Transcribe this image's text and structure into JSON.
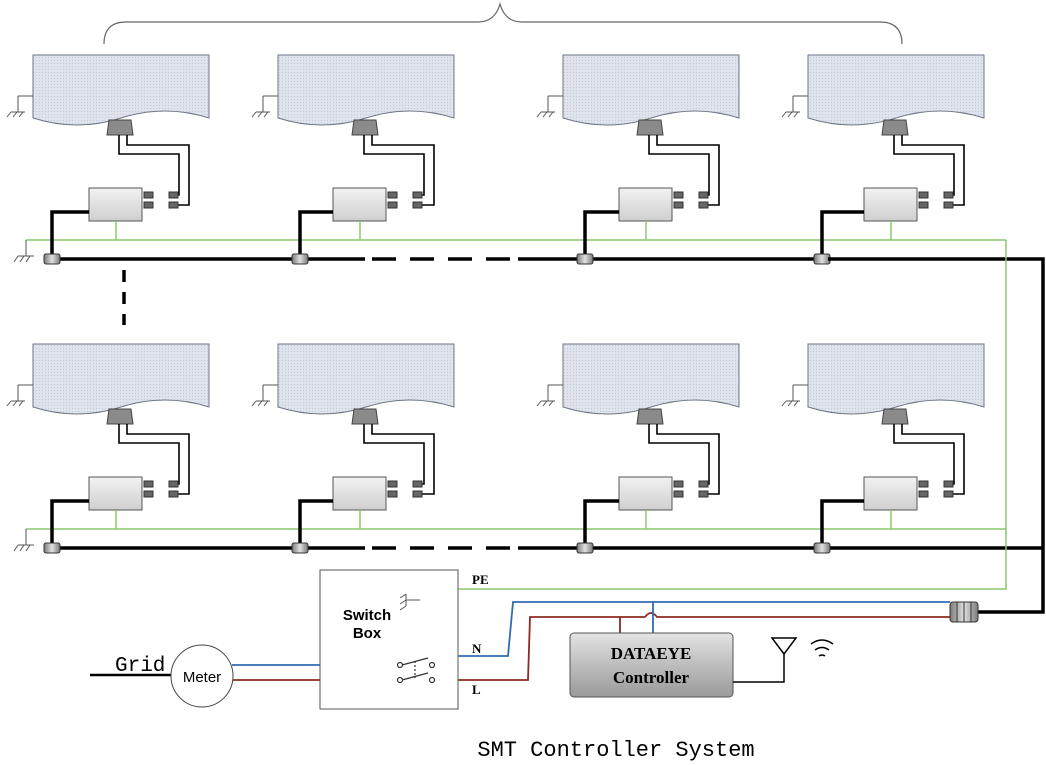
{
  "caption": "SMT Controller System",
  "labels": {
    "grid": "Grid",
    "meter": "Meter",
    "switch_box_line1": "Switch",
    "switch_box_line2": "Box",
    "pe": "PE",
    "n": "N",
    "l": "L",
    "controller_line1": "DATAEYE",
    "controller_line2": "Controller"
  },
  "colors": {
    "pe_wire": "#8cc86e",
    "n_wire": "#2f6db3",
    "l_wire": "#8b2a22",
    "trunk": "#000000",
    "panel_fill": "#d8dde8",
    "controller_fill": "#c8c8c8"
  },
  "icons": [
    "ground-icon",
    "antenna-icon",
    "wifi-icon",
    "switch-icon"
  ]
}
